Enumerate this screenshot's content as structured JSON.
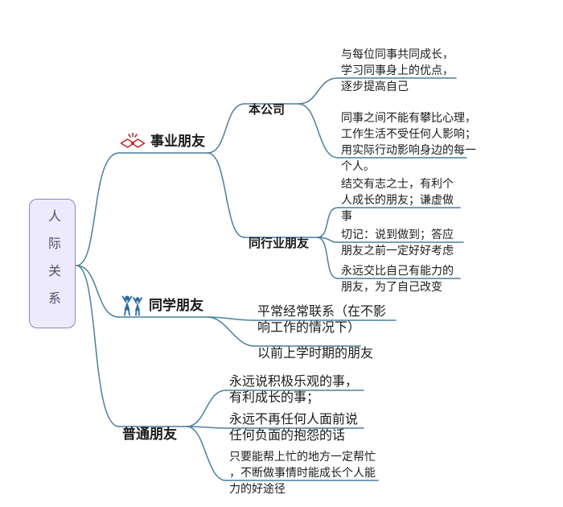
{
  "root": {
    "label": "人际关系"
  },
  "branches": [
    {
      "label": "事业朋友",
      "icon": "handshake-icon",
      "children": [
        {
          "label": "本公司",
          "children": [
            {
              "label": "与每位同事共同成长，\n学习同事身上的优点，\n逐步提高自己"
            },
            {
              "label": "同事之间不能有攀比心理，\n工作生活不受任何人影响；\n用实际行动影响身边的每一\n个人。"
            }
          ]
        },
        {
          "label": "同行业朋友",
          "children": [
            {
              "label": "结交有志之士，有利个\n人成长的朋友；谦虚做\n事"
            },
            {
              "label": "切记：说到做到；答应\n朋友之前一定好好考虑"
            },
            {
              "label": "永远交比自己有能力的\n朋友，为了自己改变"
            }
          ]
        }
      ]
    },
    {
      "label": "同学朋友",
      "icon": "people-icon",
      "children": [
        {
          "label": "平常经常联系（在不影\n响工作的情况下）"
        },
        {
          "label": "以前上学时期的朋友"
        }
      ]
    },
    {
      "label": "普通朋友",
      "children": [
        {
          "label": "永远说积极乐观的事，\n有利成长的事；"
        },
        {
          "label": "永远不再任何人面前说\n任何负面的抱怨的话"
        },
        {
          "label": "只要能帮上忙的地方一定帮忙\n，不断做事情时能成长个人能\n力的好途径"
        }
      ]
    }
  ],
  "colors": {
    "line": "#4a7fa0",
    "root_fill": "#eceafb",
    "root_border": "#8f85c7",
    "root_text": "#50506a",
    "topic_text": "#1a1a1a",
    "handshake_icon": "#c02828",
    "people_icon": "#2e6da4"
  }
}
